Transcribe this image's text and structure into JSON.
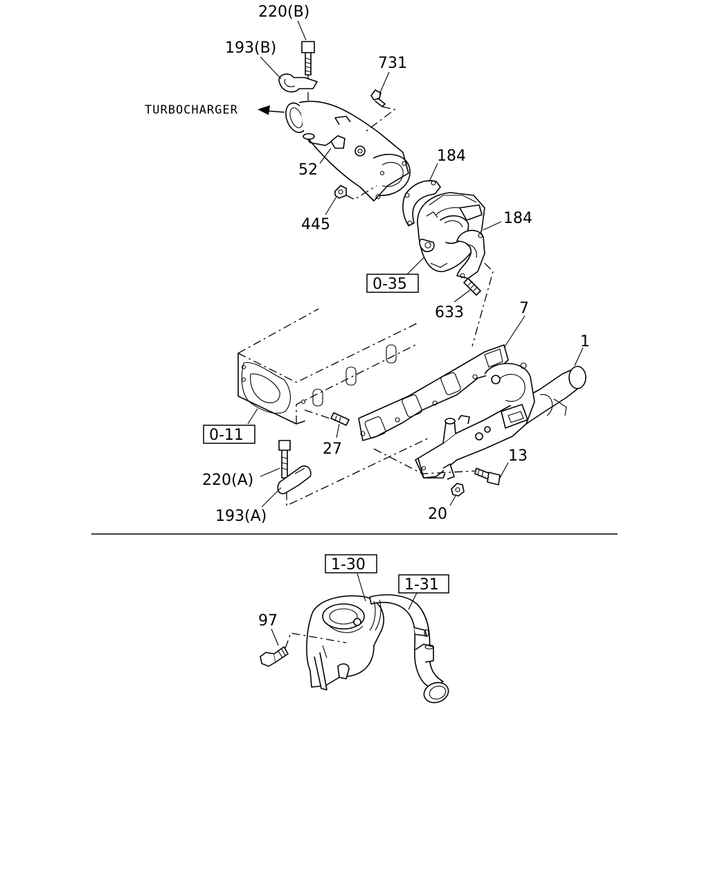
{
  "diagram": {
    "callouts": {
      "c220b": "220(B)",
      "c193b": "193(B)",
      "c731": "731",
      "c52": "52",
      "c184a": "184",
      "c445": "445",
      "c184b": "184",
      "c035": "0-35",
      "c633": "633",
      "c7": "7",
      "c1": "1",
      "c011": "0-11",
      "c27": "27",
      "c13": "13",
      "c220a": "220(A)",
      "c193a": "193(A)",
      "c20": "20",
      "c130": "1-30",
      "c131": "1-31",
      "c97": "97"
    },
    "turbo_label": "TURBOCHARGER"
  }
}
